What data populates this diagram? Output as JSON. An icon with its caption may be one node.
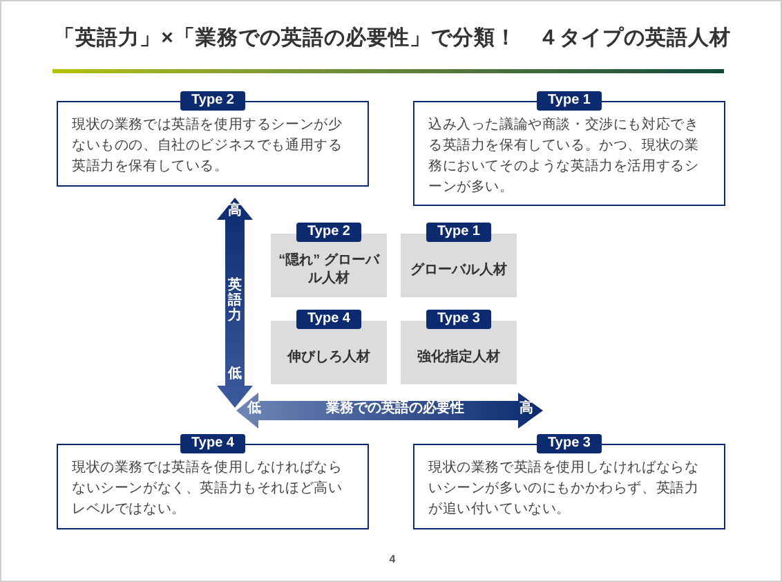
{
  "diagram": {
    "title": "「英語力」×「業務での英語の必要性」で分類！　４タイプの英語人材",
    "nodes": [
      {
        "text": [
          "Type 2",
          "現状の業務では英語を使用するシーンが少ないものの、自社のビジネスでも通用する英語力を保有している。"
        ]
      },
      {
        "text": [
          "Type 1",
          "込み入った議論や商談・交渉にも対応できる英語力を保有している。かつ、現状の業務においてそのような英語力を活用するシーンが多い。"
        ]
      },
      {
        "text": [
          "Type 2",
          "“隠れ” グローバル人材"
        ]
      },
      {
        "text": [
          "Type 1",
          "グローバル人材"
        ]
      },
      {
        "text": [
          "Type 4",
          "伸びしろ人材"
        ]
      },
      {
        "text": [
          "Type 3",
          "強化指定人材"
        ]
      },
      {
        "text": [
          "Type 4",
          "現状の業務では英語を使用しなければならないシーンがなく、英語力もそれほど高いレベルではない。"
        ]
      },
      {
        "text": [
          "Type 3",
          "現状の業務で英語を使用しなければならないシーンが多いのにもかかわらず、英語力が追い付いていない。"
        ]
      }
    ],
    "labels": [
      "高",
      "英語力",
      "低",
      "低",
      "業務での英語の必要性",
      "高",
      "4"
    ]
  }
}
